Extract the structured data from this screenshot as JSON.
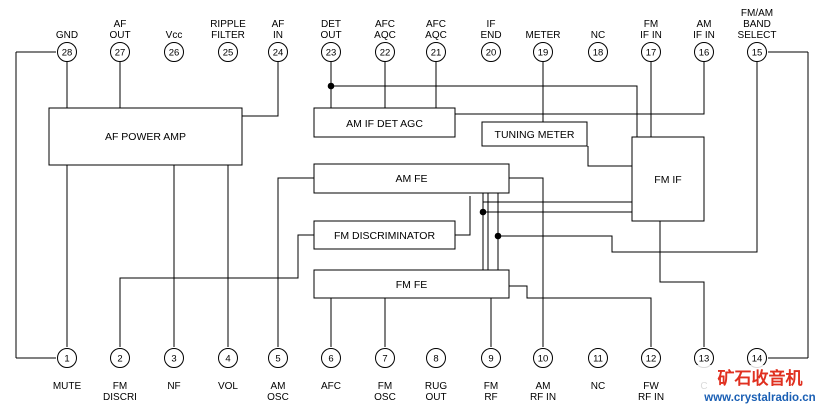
{
  "top_pins": [
    {
      "num": "28",
      "label": [
        "GND"
      ]
    },
    {
      "num": "27",
      "label": [
        "AF",
        "OUT"
      ]
    },
    {
      "num": "26",
      "label": [
        "Vcc"
      ]
    },
    {
      "num": "25",
      "label": [
        "RIPPLE",
        "FILTER"
      ]
    },
    {
      "num": "24",
      "label": [
        "AF",
        "IN"
      ]
    },
    {
      "num": "23",
      "label": [
        "DET",
        "OUT"
      ]
    },
    {
      "num": "22",
      "label": [
        "AFC",
        "AQC"
      ]
    },
    {
      "num": "21",
      "label": [
        "AFC",
        "AQC"
      ]
    },
    {
      "num": "20",
      "label": [
        "IF",
        "END"
      ]
    },
    {
      "num": "19",
      "label": [
        "METER"
      ]
    },
    {
      "num": "18",
      "label": [
        "NC"
      ]
    },
    {
      "num": "17",
      "label": [
        "FM",
        "IF IN"
      ]
    },
    {
      "num": "16",
      "label": [
        "AM",
        "IF IN"
      ]
    },
    {
      "num": "15",
      "label": [
        "FM/AM",
        "BAND",
        "SELECT"
      ]
    }
  ],
  "bottom_pins": [
    {
      "num": "1",
      "label": [
        "MUTE"
      ]
    },
    {
      "num": "2",
      "label": [
        "FM",
        "DISCRI"
      ]
    },
    {
      "num": "3",
      "label": [
        "NF"
      ]
    },
    {
      "num": "4",
      "label": [
        "VOL"
      ]
    },
    {
      "num": "5",
      "label": [
        "AM",
        "OSC"
      ]
    },
    {
      "num": "6",
      "label": [
        "AFC"
      ]
    },
    {
      "num": "7",
      "label": [
        "FM",
        "OSC"
      ]
    },
    {
      "num": "8",
      "label": [
        "RUG",
        "OUT"
      ]
    },
    {
      "num": "9",
      "label": [
        "FM",
        "RF"
      ]
    },
    {
      "num": "10",
      "label": [
        "AM",
        "RF IN"
      ]
    },
    {
      "num": "11",
      "label": [
        "NC"
      ]
    },
    {
      "num": "12",
      "label": [
        "FW",
        "RF IN"
      ]
    },
    {
      "num": "13",
      "label": [
        "C"
      ]
    },
    {
      "num": "14",
      "label": [
        ""
      ]
    }
  ],
  "blocks": {
    "af_power_amp": "AF POWER AMP",
    "am_if_det_agc": "AM IF DET AGC",
    "tuning_meter": "TUNING METER",
    "fm_if": "FM IF",
    "am_fe": "AM FE",
    "fm_discriminator": "FM DISCRIMINATOR",
    "fm_fe": "FM FE"
  },
  "watermark": {
    "cn": "矿石收音机",
    "url": "www.crystalradio.cn",
    "color_red": "#e03020",
    "color_blue": "#1a5fb4"
  }
}
